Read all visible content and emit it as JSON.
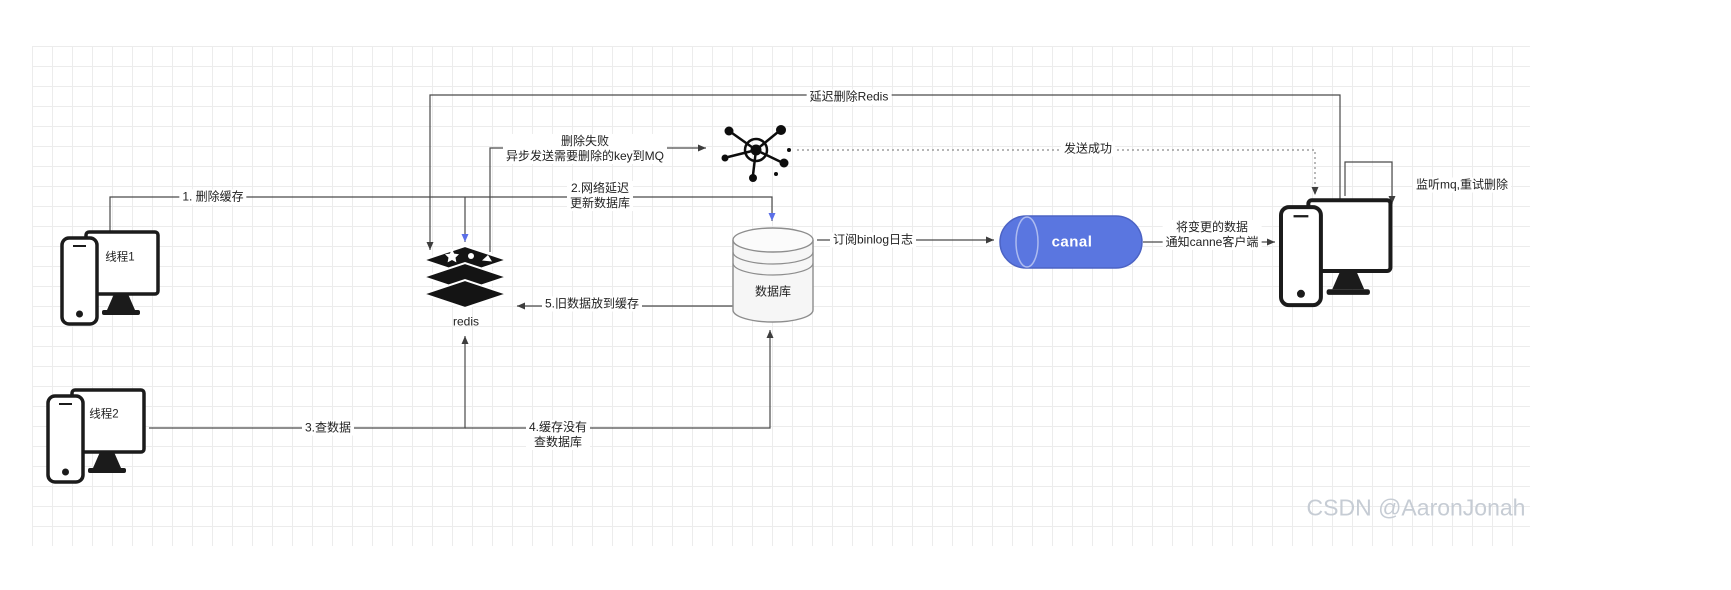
{
  "diagram": {
    "nodes": {
      "thread1": "线程1",
      "thread2": "线程2",
      "redis": "redis",
      "database": "数据库",
      "canal": "canal"
    },
    "labels": {
      "delete_cache": "1. 删除缓存",
      "delete_fail_1": "删除失败",
      "delete_fail_2": "异步发送需要删除的key到MQ",
      "network_delay_1": "2.网络延迟",
      "network_delay_2": "更新数据库",
      "delayed_delete": "延迟删除Redis",
      "send_success": "发送成功",
      "listen_mq": "监听mq,重试删除",
      "subscribe_binlog": "订阅binlog日志",
      "notify_1": "将变更的数据",
      "notify_2": "通知canne客户端",
      "old_data": "5.旧数据放到缓存",
      "query_data": "3.查数据",
      "cache_miss_1": "4.缓存没有",
      "cache_miss_2": "查数据库"
    },
    "colors": {
      "canal_fill": "#5a76e0",
      "arrow_blue": "#5b6fe8"
    }
  },
  "watermark": "CSDN @AaronJonah"
}
